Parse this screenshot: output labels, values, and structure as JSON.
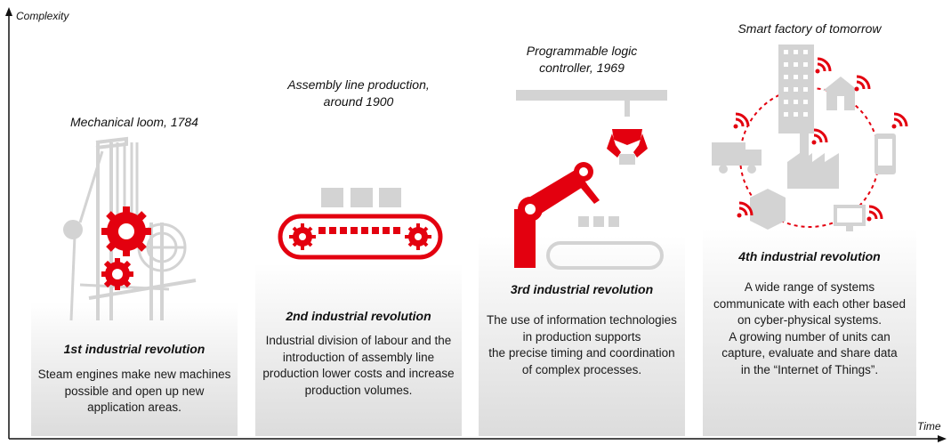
{
  "axes": {
    "y_label": "Complexity",
    "x_label": "Time"
  },
  "stages": [
    {
      "caption": "Mechanical loom, 1784",
      "title": "1st industrial revolution",
      "desc": [
        "Steam engines make new machines",
        "possible and open up new",
        "application areas."
      ]
    },
    {
      "caption_lines": [
        "Assembly line production,",
        "around 1900"
      ],
      "title": "2nd industrial revolution",
      "desc": [
        "Industrial division of labour and the",
        "introduction of assembly line",
        "production lower costs and increase",
        "production volumes."
      ]
    },
    {
      "caption_lines": [
        "Programmable logic",
        "controller, 1969"
      ],
      "title": "3rd industrial revolution",
      "desc": [
        "The use of information technologies",
        "in production supports",
        "the precise timing and coordination",
        "of complex processes."
      ]
    },
    {
      "caption": "Smart factory of tomorrow",
      "title": "4th industrial revolution",
      "desc": [
        "A wide range of systems",
        "communicate with each other based",
        "on cyber-physical systems.",
        "A growing number of units can",
        "capture, evaluate and share data",
        "in the “Internet of Things”."
      ]
    }
  ],
  "colors": {
    "accent": "#e3000f",
    "icon_gray": "#d3d3d3",
    "axis": "#111111"
  },
  "icons": [
    "loom-icon",
    "conveyor-icon",
    "robot-arm-icon",
    "smart-factory-icon"
  ]
}
